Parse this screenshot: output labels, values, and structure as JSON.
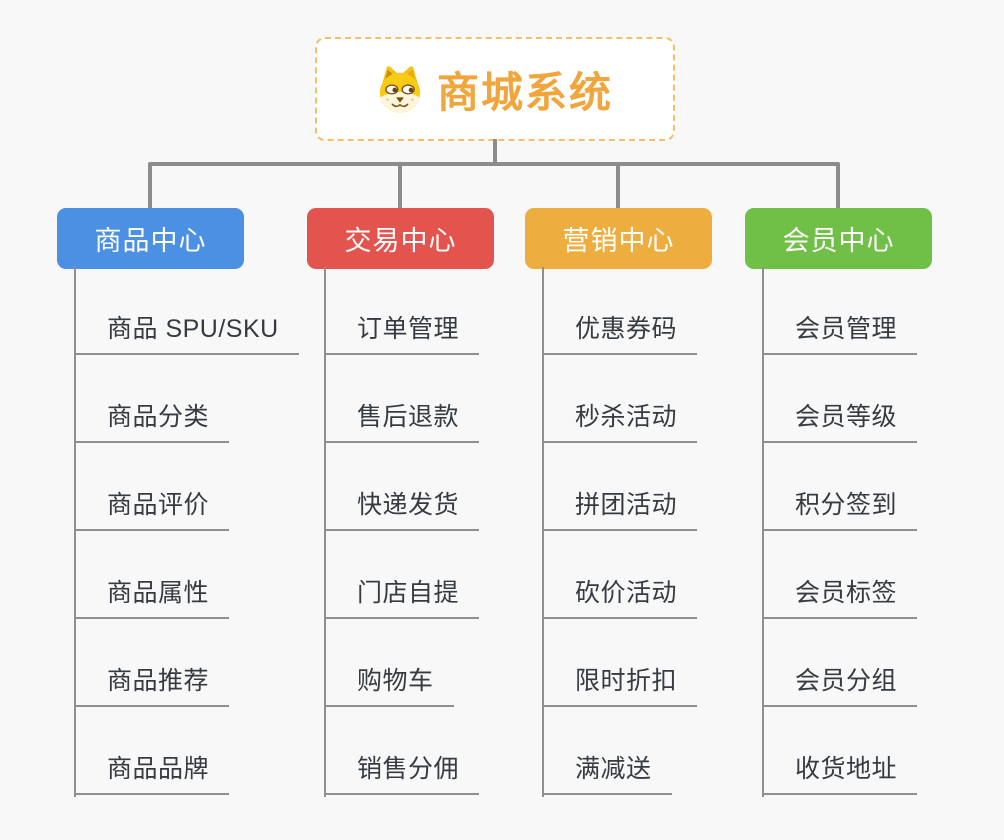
{
  "page": {
    "background_color": "#f8f8f8"
  },
  "root": {
    "title": "商城系统",
    "icon": "shiba-dog-face-icon",
    "accent_color": "#F0A63C",
    "border_color": "#F6BE66",
    "background_color": "#ffffff"
  },
  "connector_color": "#8c8c8c",
  "branches": [
    {
      "label": "商品中心",
      "color": "#4B90E2",
      "children": [
        "商品 SPU/SKU",
        "商品分类",
        "商品评价",
        "商品属性",
        "商品推荐",
        "商品品牌"
      ]
    },
    {
      "label": "交易中心",
      "color": "#E4544E",
      "children": [
        "订单管理",
        "售后退款",
        "快递发货",
        "门店自提",
        "购物车",
        "销售分佣"
      ]
    },
    {
      "label": "营销中心",
      "color": "#EDAD3F",
      "children": [
        "优惠券码",
        "秒杀活动",
        "拼团活动",
        "砍价活动",
        "限时折扣",
        "满减送"
      ]
    },
    {
      "label": "会员中心",
      "color": "#70BF46",
      "children": [
        "会员管理",
        "会员等级",
        "积分签到",
        "会员标签",
        "会员分组",
        "收货地址"
      ]
    }
  ]
}
